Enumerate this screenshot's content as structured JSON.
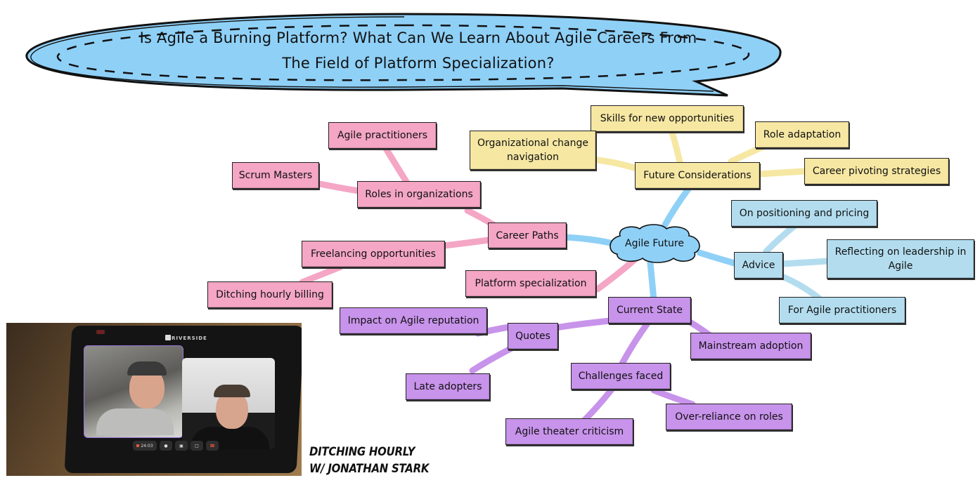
{
  "header": {
    "title_line1": "Is Agile a Burning Platform? What Can We Learn About Agile Careers From",
    "title_line2": "The Field of Platform Specialization?",
    "bubble_color": "#8fd0f7"
  },
  "mindmap": {
    "root": {
      "label": "Agile Future",
      "color": "#8fd0f7"
    },
    "colors": {
      "career": "#f4a6c4",
      "future": "#f6e7a3",
      "advice": "#b3ddef",
      "current": "#c893eb"
    },
    "branches": {
      "career_paths": {
        "label": "Career Paths",
        "roles": {
          "label": "Roles in organizations",
          "children": [
            "Agile practitioners",
            "Scrum Masters"
          ]
        },
        "freelancing": {
          "label": "Freelancing opportunities",
          "children": [
            "Ditching hourly billing"
          ]
        },
        "platform": {
          "label": "Platform specialization"
        }
      },
      "future_considerations": {
        "label": "Future Considerations",
        "children": [
          "Skills for new opportunities",
          "Organizational change navigation",
          "Role adaptation",
          "Career pivoting strategies"
        ]
      },
      "advice": {
        "label": "Advice",
        "children": [
          "On positioning and pricing",
          "Reflecting on leadership in Agile",
          "For Agile practitioners"
        ]
      },
      "current_state": {
        "label": "Current State",
        "quotes": {
          "label": "Quotes",
          "children": [
            "Impact on Agile reputation",
            "Late adopters"
          ]
        },
        "mainstream": {
          "label": "Mainstream adoption"
        },
        "challenges": {
          "label": "Challenges faced",
          "children": [
            "Agile theater criticism",
            "Over-reliance on roles"
          ]
        }
      }
    }
  },
  "video": {
    "brand": "RIVERSIDE",
    "timer": "24:03",
    "controls": [
      "record-timer",
      "microphone",
      "camera",
      "share-screen",
      "hang-up"
    ]
  },
  "caption": {
    "line1": "Ditching Hourly",
    "line2": "w/ Jonathan Stark"
  }
}
